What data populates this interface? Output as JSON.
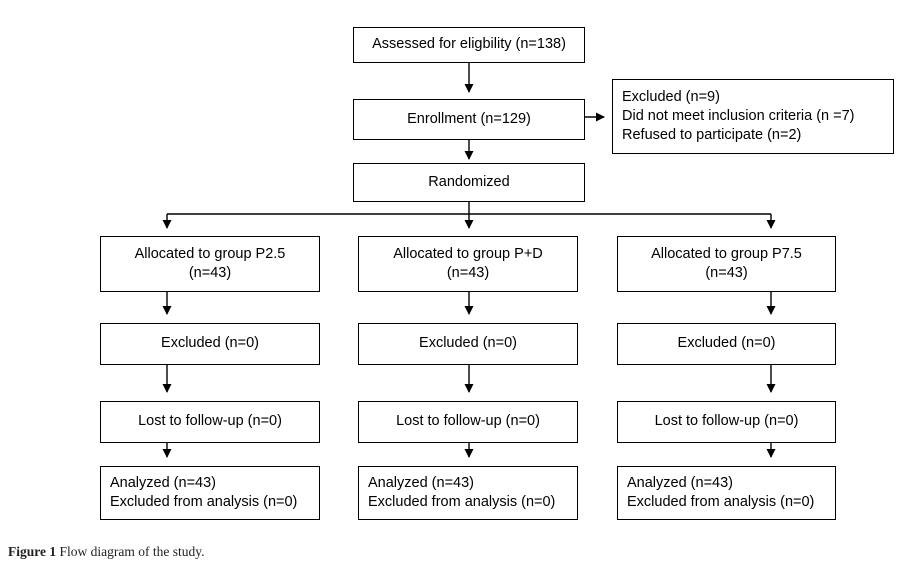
{
  "figure": {
    "caption_label": "Figure",
    "caption_number": "1",
    "caption_text": "Flow diagram of the study.",
    "line_color": "#000000",
    "background_color": "#ffffff",
    "text_color": "#000000",
    "caption_color": "#231f20"
  },
  "diagram": {
    "type": "flowchart",
    "title": "CONSORT participant flow diagram",
    "nodes": {
      "assessed": {
        "lines": [
          "Assessed for eligbility (n=138)"
        ],
        "align": "center"
      },
      "enrollment": {
        "lines": [
          "Enrollment (n=129)"
        ],
        "align": "center"
      },
      "excluded_screening": {
        "lines": [
          "Excluded (n=9)",
          "Did not meet inclusion criteria (n =7)",
          "Refused to participate (n=2)"
        ],
        "align": "left"
      },
      "randomized": {
        "lines": [
          "Randomized"
        ],
        "align": "center"
      }
    },
    "columns": [
      {
        "key": "p25",
        "allocation": [
          "Allocated to group P2.5",
          "(n=43)"
        ],
        "excluded": [
          "Excluded (n=0)"
        ],
        "lost": [
          "Lost to follow-up (n=0)"
        ],
        "analyzed": [
          "Analyzed (n=43)",
          "Excluded from analysis (n=0)"
        ]
      },
      {
        "key": "pd",
        "allocation": [
          "Allocated to group P+D",
          "(n=43)"
        ],
        "excluded": [
          "Excluded (n=0)"
        ],
        "lost": [
          "Lost to follow-up (n=0)"
        ],
        "analyzed": [
          "Analyzed (n=43)",
          "Excluded from analysis (n=0)"
        ]
      },
      {
        "key": "p75",
        "allocation": [
          "Allocated to group P7.5",
          "(n=43)"
        ],
        "excluded": [
          "Excluded (n=0)"
        ],
        "lost": [
          "Lost to follow-up (n=0)"
        ],
        "analyzed": [
          "Analyzed (n=43)",
          "Excluded from analysis (n=0)"
        ]
      }
    ]
  }
}
